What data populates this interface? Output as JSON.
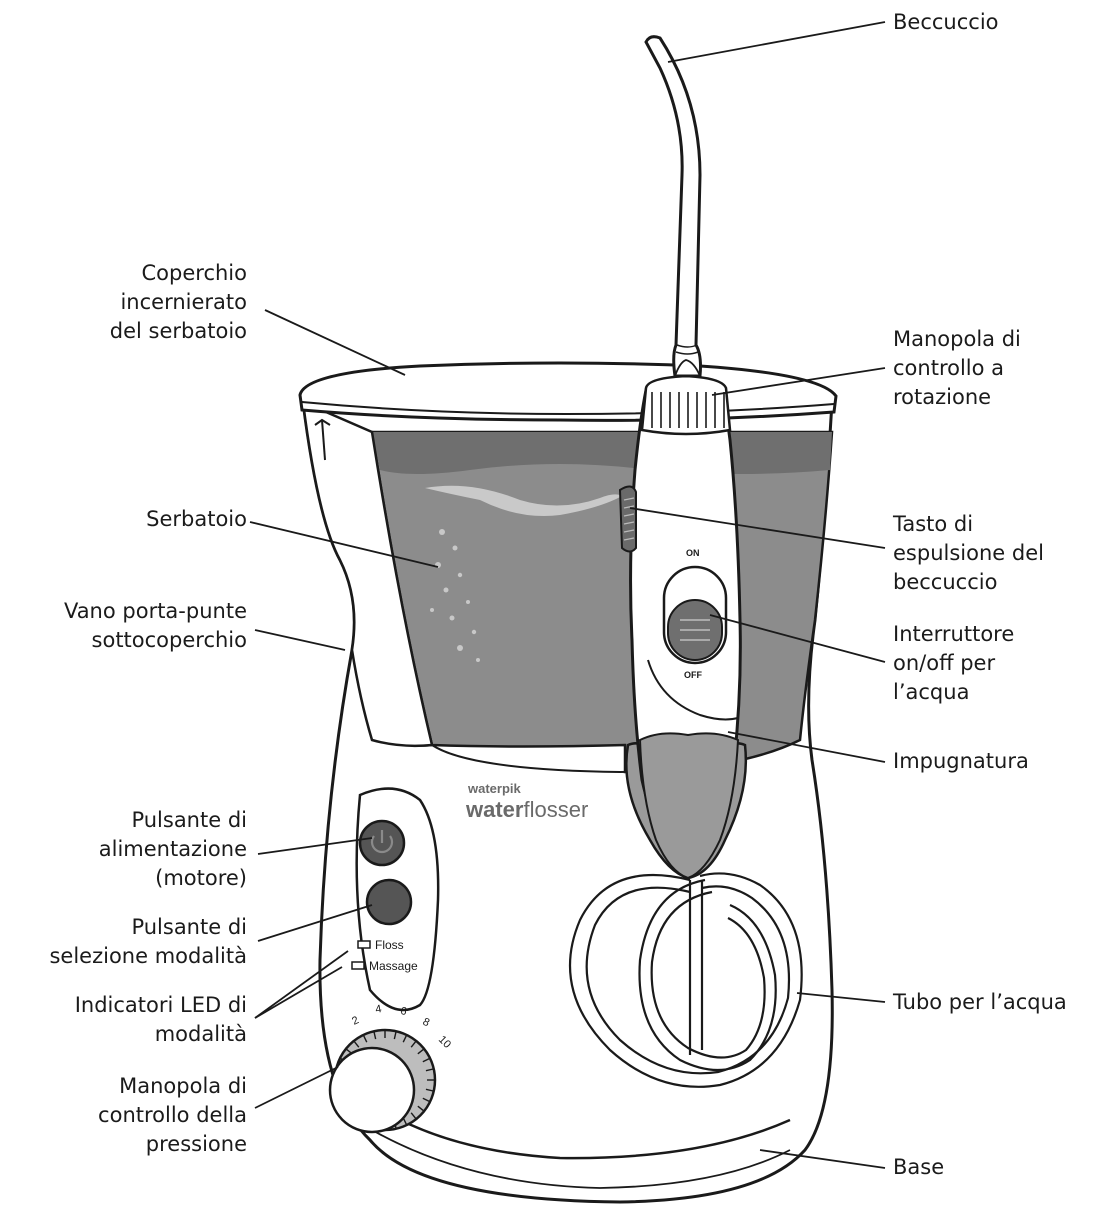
{
  "product": {
    "brand_small": "waterpik",
    "brand_bold": "water",
    "brand_light": "flosser",
    "switch_on": "ON",
    "switch_off": "OFF",
    "led_floss": "Floss",
    "led_massage": "Massage",
    "dial_numbers": [
      "2",
      "4",
      "6",
      "8",
      "10"
    ]
  },
  "labels": {
    "beccuccio": [
      "Beccuccio"
    ],
    "coperchio": [
      "Coperchio",
      "incernierato",
      "del serbatoio"
    ],
    "manopola_rotazione": [
      "Manopola di",
      "controllo a",
      "rotazione"
    ],
    "serbatoio": [
      "Serbatoio"
    ],
    "tasto_espulsione": [
      "Tasto di",
      "espulsione del",
      "beccuccio"
    ],
    "vano": [
      "Vano porta-punte",
      "sottocoperchio"
    ],
    "interruttore": [
      "Interruttore",
      "on/off per",
      "l’acqua"
    ],
    "impugnatura": [
      "Impugnatura"
    ],
    "pulsante_alimentazione": [
      "Pulsante di",
      "alimentazione",
      "(motore)"
    ],
    "pulsante_modalita": [
      "Pulsante di",
      "selezione modalità"
    ],
    "indicatori_led": [
      "Indicatori LED di",
      "modalità"
    ],
    "tubo": [
      "Tubo per l’acqua"
    ],
    "manopola_pressione": [
      "Manopola di",
      "controllo della",
      "pressione"
    ],
    "base": [
      "Base"
    ]
  }
}
